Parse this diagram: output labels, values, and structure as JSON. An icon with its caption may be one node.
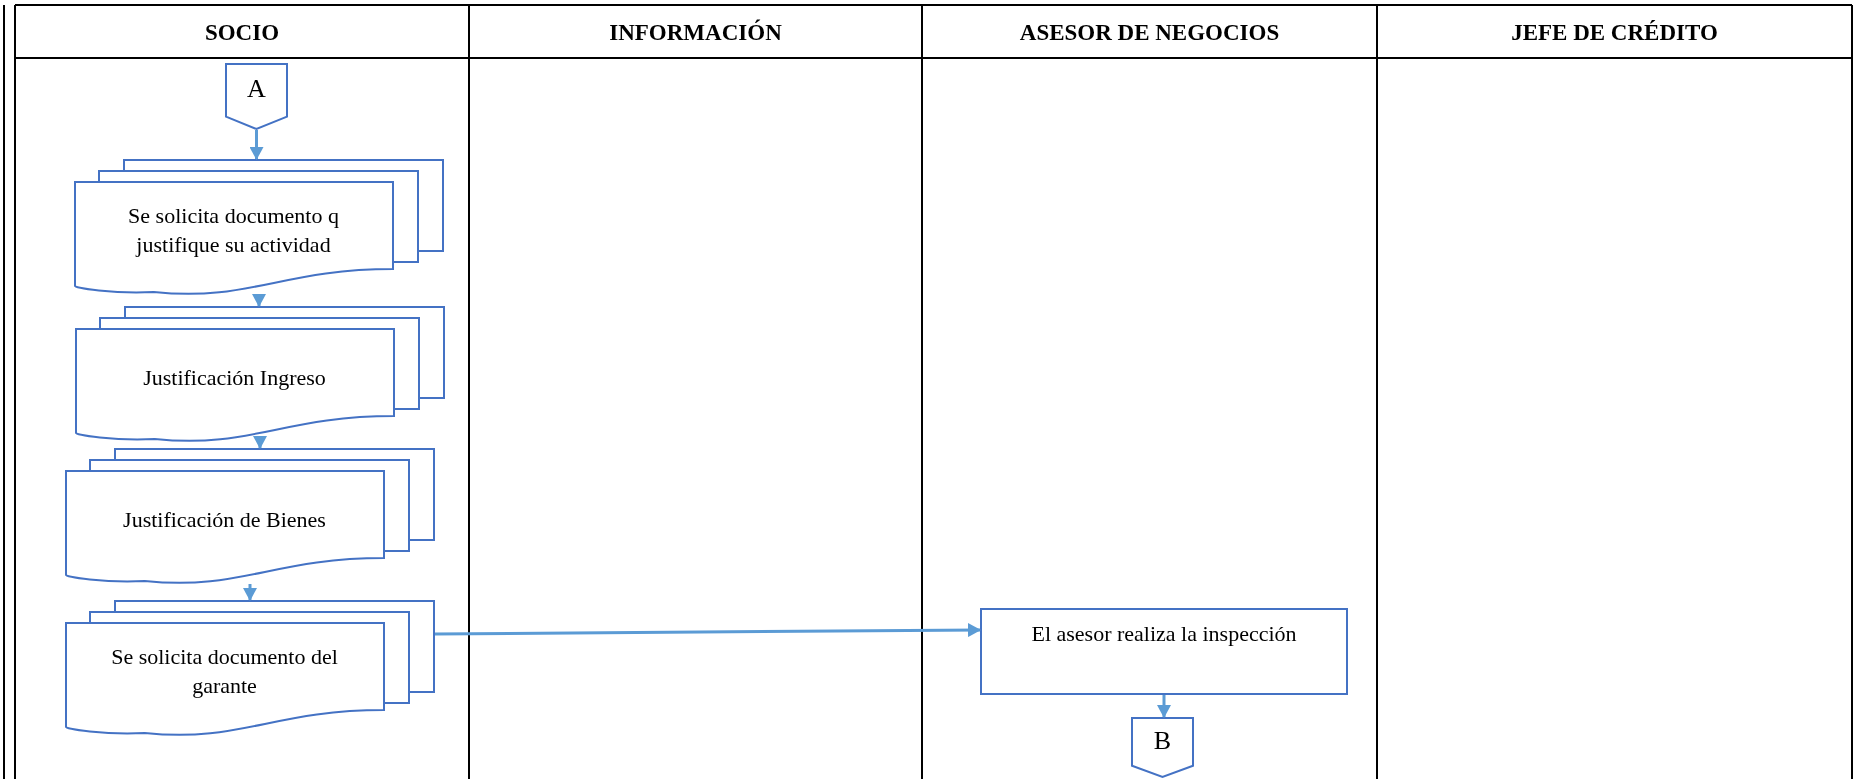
{
  "diagram": {
    "nodes": [
      {
        "text": [
          "A"
        ]
      },
      {
        "text": [
          "Se solicita documento q justifique su actividad"
        ]
      },
      {
        "text": [
          "Justificación Ingreso"
        ]
      },
      {
        "text": [
          "Justificación de Bienes"
        ]
      },
      {
        "text": [
          "Se solicita documento del garante"
        ]
      },
      {
        "text": [
          "El asesor realiza la inspección"
        ]
      },
      {
        "text": [
          "B"
        ]
      }
    ],
    "edges": [
      {
        "from": 0,
        "to": 1,
        "arrow": "to"
      },
      {
        "from": 1,
        "to": 2,
        "arrow": "to"
      },
      {
        "from": 2,
        "to": 3,
        "arrow": "to"
      },
      {
        "from": 3,
        "to": 4,
        "arrow": "to"
      },
      {
        "from": 4,
        "to": 5,
        "arrow": "to"
      },
      {
        "from": 5,
        "to": 6,
        "arrow": "to"
      }
    ],
    "labels": [
      "SOCIO",
      "INFORMACIÓN",
      "ASESOR DE NEGOCIOS",
      "JEFE DE CRÉDITO"
    ]
  }
}
